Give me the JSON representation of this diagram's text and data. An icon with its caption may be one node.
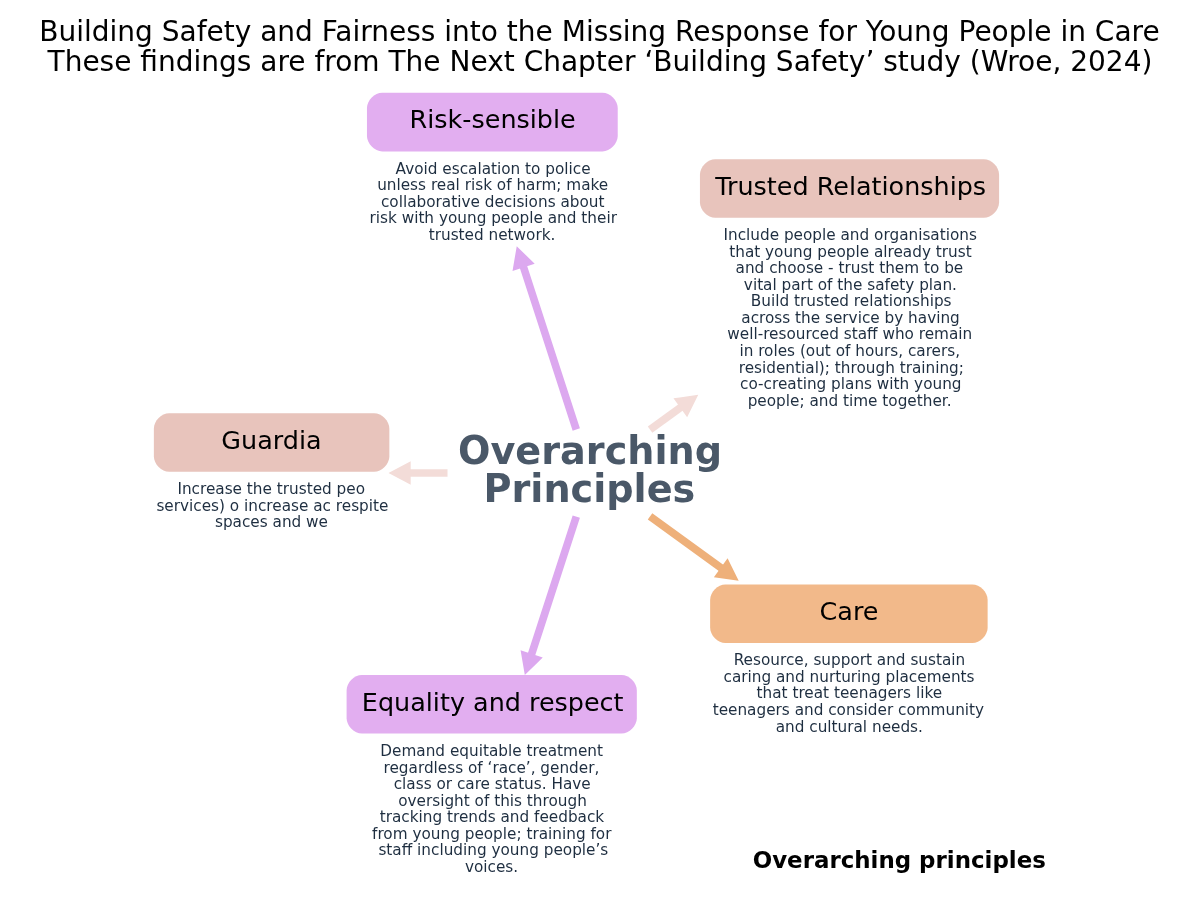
{
  "diagram": {
    "title": "Building Safety and Fairness into the Missing Response for Young People in Care",
    "caption": "These findings are from The Next Chapter ‘Building Safety’ study (Wroe, 2024)",
    "nodes": [
      {
        "text": [
          "Overarching Principles"
        ]
      },
      {
        "text": [
          "Trusted Relationships"
        ],
        "beside": [
          "Include people and organisations that young people already trust and choose - trust them to be vital part of the safety plan. Build trusted relationships across the service by having well-resourced staff who remain in roles (out of hours, carers, residential); through training; co-creating plans with young people; and time together."
        ]
      },
      {
        "text": [
          "Risk-sensible"
        ],
        "beside": [
          "Avoid escalation to police unless real risk of harm; make collaborative decisions about risk with young people and their trusted network."
        ]
      },
      {
        "text": [
          "Guardia"
        ],
        "beside": [
          "Increase the trusted peo services) o increase ac respite spaces and we"
        ]
      },
      {
        "text": [
          "Equality and respect"
        ],
        "beside": [
          "Demand equitable treatment regardless of ‘race’, gender, class or care status. Have oversight of this through tracking trends and feedback from young people; training for staff including young people’s voices."
        ]
      },
      {
        "text": [
          "Care"
        ],
        "beside": [
          "Resource, support and sustain caring and nurturing placements that treat teenagers like teenagers and consider community and cultural needs."
        ]
      }
    ],
    "edges": [
      {
        "from": 0,
        "to": 1,
        "arrow": "to",
        "color": "#f3dcd8"
      },
      {
        "from": 0,
        "to": 2,
        "arrow": "to",
        "color": "#dca8ef"
      },
      {
        "from": 0,
        "to": 3,
        "arrow": "to",
        "color": "#f3dcd8"
      },
      {
        "from": 0,
        "to": 4,
        "arrow": "to",
        "color": "#dca8ef"
      },
      {
        "from": 0,
        "to": 5,
        "arrow": "to",
        "color": "#eeb07a"
      }
    ],
    "labels": [
      "Overarching principles"
    ]
  }
}
